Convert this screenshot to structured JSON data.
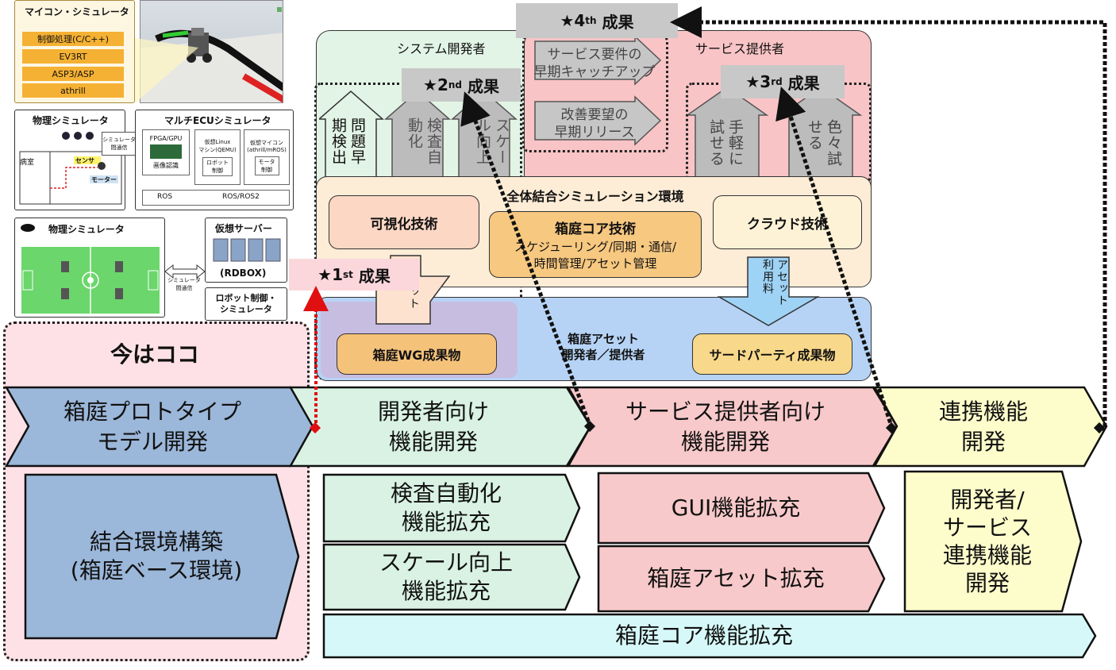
{
  "thumbs": {
    "microcontroller": {
      "title": "マイコン・シミュレータ",
      "items": [
        "制御処理(C/C++)",
        "EV3RT",
        "ASP3/ASP",
        "athrill"
      ]
    },
    "physics1": {
      "title": "物理シミュレータ",
      "link": "シミュレータ\n間通信",
      "room": "病室",
      "sensor": "センサ",
      "motor": "モーター"
    },
    "multi_ecu": {
      "title": "マルチECUシミュレータ",
      "fpga": "FPGA/GPU",
      "image": "画像認識",
      "linux": "仮想Linux\nマシン(QEMU)",
      "robot": "ロボット\n制御",
      "mcu": "仮想マイコン\n(athrill/mROS)",
      "motor": "モータ\n制御",
      "ros": "ROS",
      "ros2": "ROS/ROS2"
    },
    "physics2": {
      "title": "物理シミュレータ",
      "link": "シミュレータ\n間通信"
    },
    "server": {
      "title": "仮想サーバー",
      "rdbox": "(RDBOX)",
      "robot": "ロボット制御・\nシミュレータ"
    }
  },
  "current": {
    "label": "今はココ"
  },
  "roles": {
    "developer": "システム開発者",
    "provider": "サービス提供者"
  },
  "arrows_up": {
    "early_detection": "問題早期検出",
    "auto_test": "検査自動化",
    "scale": "スケール向上",
    "easy": "手軽に試せる",
    "various": "色々試せる"
  },
  "arrows_right": {
    "service_req": "サービス要件の\n早期キャッチアップ",
    "improve": "改善要望の\n早期リリース"
  },
  "milestones": {
    "m1": {
      "star": "★1",
      "sup": "st",
      "label": "成果"
    },
    "m2": {
      "star": "★2",
      "sup": "nd",
      "label": "成果"
    },
    "m3": {
      "star": "★3",
      "sup": "rd",
      "label": "成果"
    },
    "m4": {
      "star": "★4",
      "sup": "th",
      "label": "成果"
    }
  },
  "environment": {
    "title": "全体結合シミュレーション環境",
    "viz": "可視化技術",
    "core_title": "箱庭コア技術",
    "core_body": "スケジューリング/同期・通信/\n時間管理/アセット管理",
    "cloud": "クラウド技術",
    "asset_provide": "アセット提供",
    "asset_fee": "アセット利用料"
  },
  "assets": {
    "wg": "箱庭WG成果物",
    "devs": "箱庭アセット\n開発者／提供者",
    "third": "サードパーティ成果物"
  },
  "phases": [
    {
      "label": "箱庭プロトタイプ\nモデル開発",
      "color": "#9bb7d9"
    },
    {
      "label": "開発者向け\n機能開発",
      "color": "#d9f2e4"
    },
    {
      "label": "サービス提供者向け\n機能開発",
      "color": "#f8c9ca"
    },
    {
      "label": "連携機能\n開発",
      "color": "#fdfccb"
    }
  ],
  "tasks": {
    "base_env": "結合環境構築\n(箱庭ベース環境)",
    "auto_test": "検査自動化\n機能拡充",
    "scale": "スケール向上\n機能拡充",
    "gui": "GUI機能拡充",
    "asset": "箱庭アセット拡充",
    "integration": "開発者/\nサービス\n連携機能\n開発",
    "core": "箱庭コア機能拡充"
  },
  "colors": {
    "blue": "#9bb7d9",
    "green": "#d9f2e4",
    "pink": "#f8c9ca",
    "yellow": "#fdfccb",
    "cyan": "#d6f8f8",
    "orange": "#f5c27a",
    "current_bg": "#fde1e6"
  }
}
